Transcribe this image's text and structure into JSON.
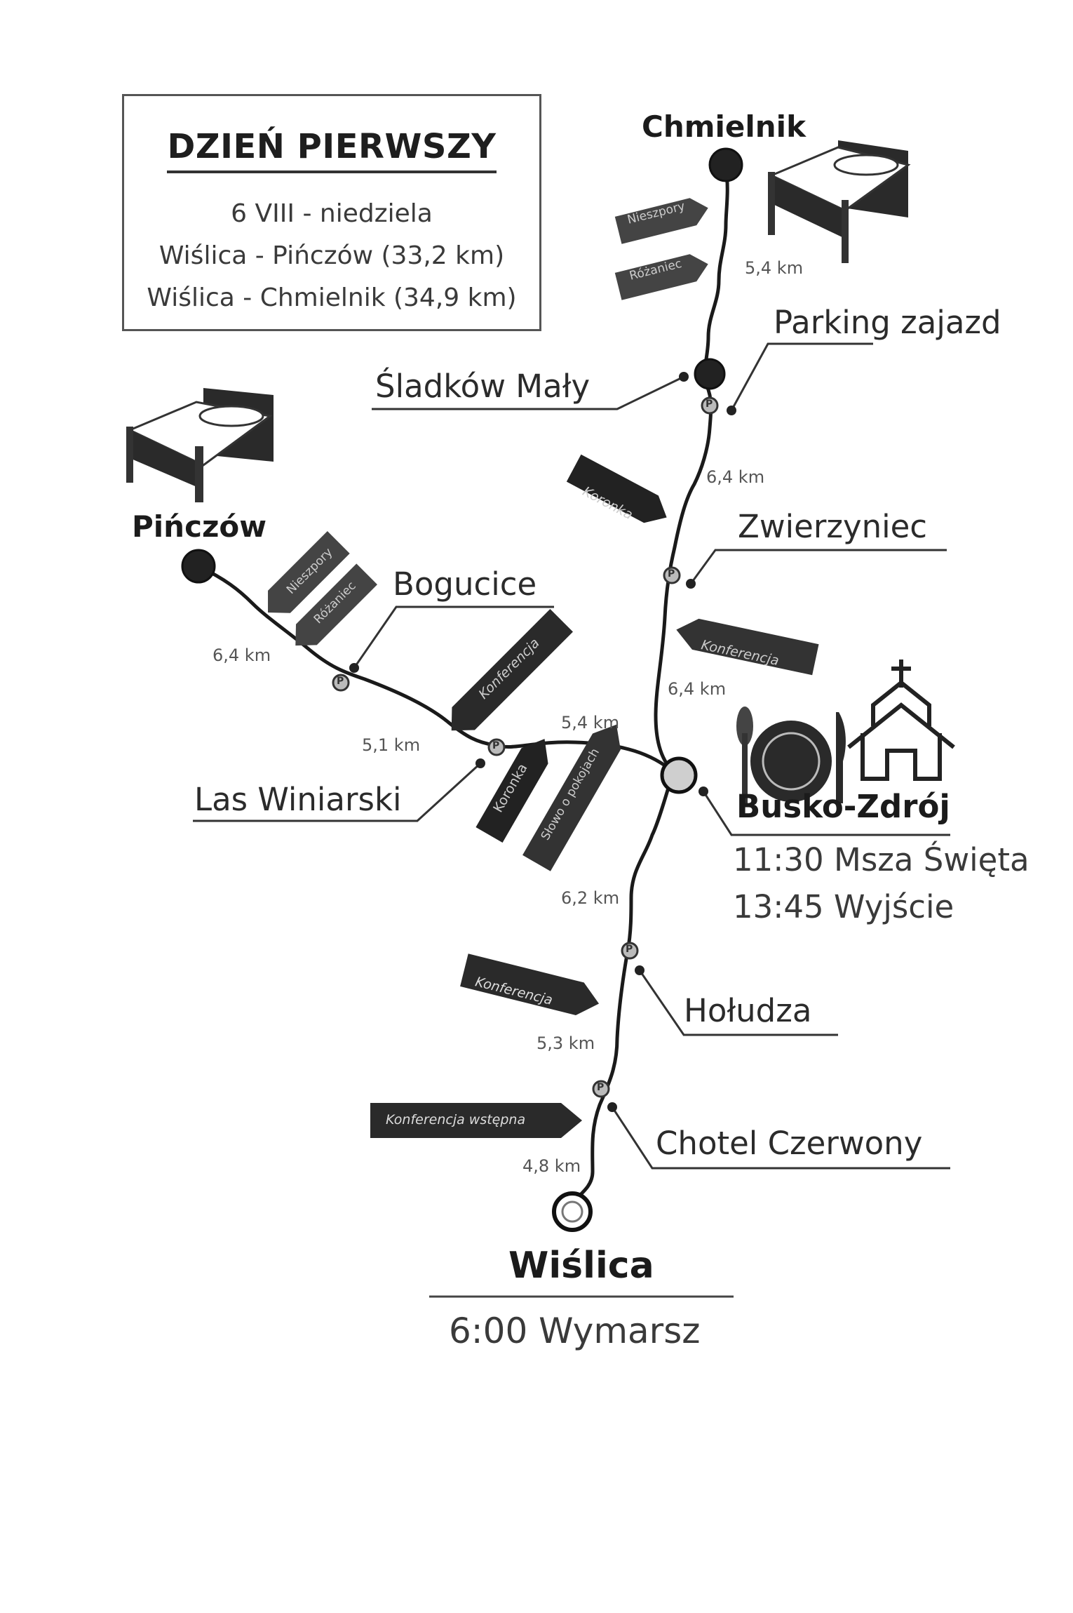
{
  "header": {
    "title": "DZIEŃ PIERWSZY",
    "date": "6 VIII - niedziela",
    "routes": [
      "Wiślica - Pińczów (33,2 km)",
      "Wiślica - Chmielnik (34,9 km)"
    ]
  },
  "cities": {
    "chmielnik": "Chmielnik",
    "pinczow": "Pińczów",
    "busko": "Busko-Zdrój",
    "wislica": "Wiślica"
  },
  "places": {
    "parking_zajazd": "Parking zajazd",
    "sladkow": "Śladków Mały",
    "zwierzyniec": "Zwierzyniec",
    "bogucice": "Bogucice",
    "las_winiarski": "Las Winiarski",
    "holudza": "Hołudza",
    "chotel": "Chotel Czerwony"
  },
  "distances": {
    "wislica_chotel": "4,8 km",
    "chotel_holudza": "5,3 km",
    "holudza_busko": "6,2 km",
    "busko_zwierzyniec": "6,4 km",
    "zwierzyniec_parking": "6,4 km",
    "parking_chmielnik": "5,4 km",
    "busko_laswiniarski": "5,4 km",
    "laswiniarski_bogucice": "5,1 km",
    "bogucice_pinczow": "6,4 km"
  },
  "signs": {
    "konferencja_wstepna": "Konferencja wstępna",
    "konferencja_holudza": "Konferencja",
    "koronka_south": "Koronka",
    "slowo": "Słowo o pokojach",
    "konferencja_west": "Konferencja",
    "nieszpory_west": "Nieszpory",
    "rozaniec_west": "Różaniec",
    "konferencja_north": "Konferencja",
    "koronka_north": "Koronka",
    "nieszpory_north": "Nieszpory",
    "rozaniec_north": "Różaniec"
  },
  "schedule": {
    "busko_mass": "11:30 Msza Święta",
    "busko_exit": "13:45 Wyjście",
    "departure": "6:00 Wymarsz"
  },
  "parking_symbol": "P",
  "colors": {
    "route": "#1a1a1a",
    "sign_dark": "#2a2a2a",
    "sign_gray": "#4a4a4a",
    "busko_fill": "#cfcfcf",
    "text": "#2b2b2b"
  }
}
